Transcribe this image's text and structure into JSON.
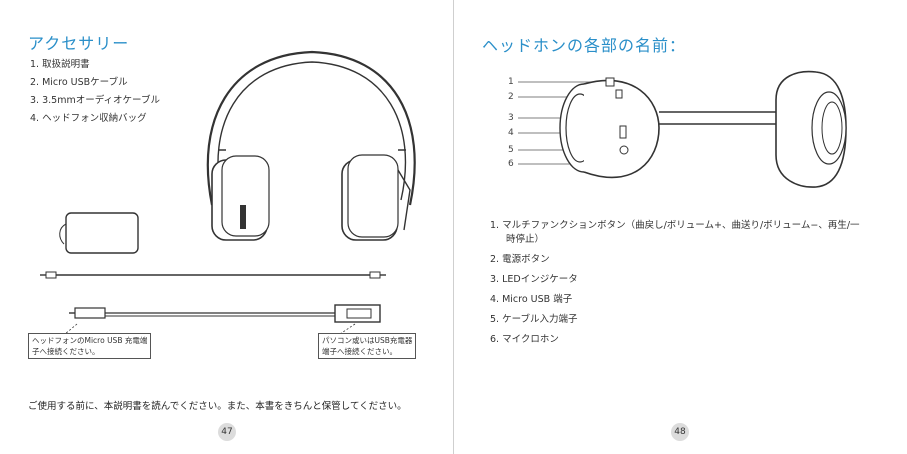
{
  "left": {
    "title": "アクセサリー",
    "items": [
      "1. 取扱説明書",
      "2. Micro USBケーブル",
      "3. 3.5mmオーディオケーブル",
      "4. ヘッドフォン収納バッグ"
    ],
    "callout_left": [
      "ヘッドフォンのMicro USB 充電端",
      "子へ接続ください。"
    ],
    "callout_right": [
      "パソコン或いはUSB充電器",
      "端子へ接続ください。"
    ],
    "note": "ご使用する前に、本説明書を読んでください。また、本書をきちんと保管してください。",
    "page_number": "47"
  },
  "right": {
    "title": "ヘッドホンの各部の名前：",
    "diagram_numbers": [
      "1",
      "2",
      "3",
      "4",
      "5",
      "6"
    ],
    "parts": [
      {
        "line1": "1. マルチファンクションボタン（曲戻し/ボリューム+、曲送り/ボリューム−、再生/一",
        "line2": "時停止）"
      },
      {
        "line1": "2. 電源ボタン",
        "line2": ""
      },
      {
        "line1": "3. LEDインジケータ",
        "line2": ""
      },
      {
        "line1": "4. Micro USB 端子",
        "line2": ""
      },
      {
        "line1": "5. ケーブル入力端子",
        "line2": ""
      },
      {
        "line1": "6. マイクロホン",
        "line2": ""
      }
    ],
    "page_number": "48"
  }
}
